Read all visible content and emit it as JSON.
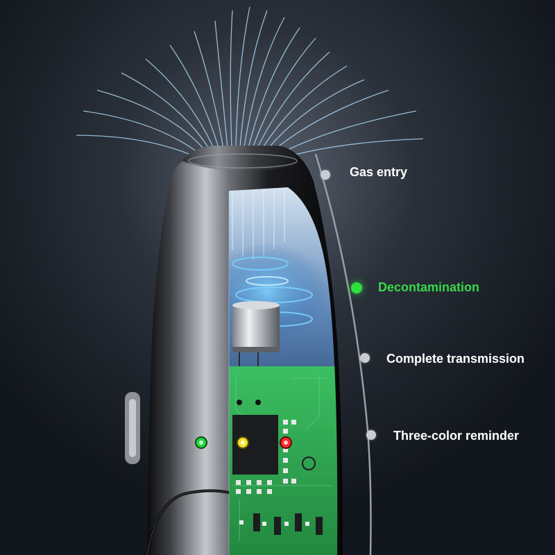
{
  "features": {
    "items": [
      {
        "label": "Gas entry",
        "status": "normal"
      },
      {
        "label": "Decontamination",
        "status": "active"
      },
      {
        "label": "Complete transmission",
        "status": "normal"
      },
      {
        "label": "Three-color reminder",
        "status": "normal"
      }
    ]
  },
  "indicator_lights": [
    "green",
    "yellow",
    "red"
  ],
  "colors": {
    "background": "#151a22",
    "label_text": "#ffffff",
    "active_label": "#38d94a",
    "dot_inactive": "#c9ccd2",
    "dot_active": "#2fe040",
    "pcb": "#2fa84f",
    "air_flow": "#a9d4f2"
  }
}
